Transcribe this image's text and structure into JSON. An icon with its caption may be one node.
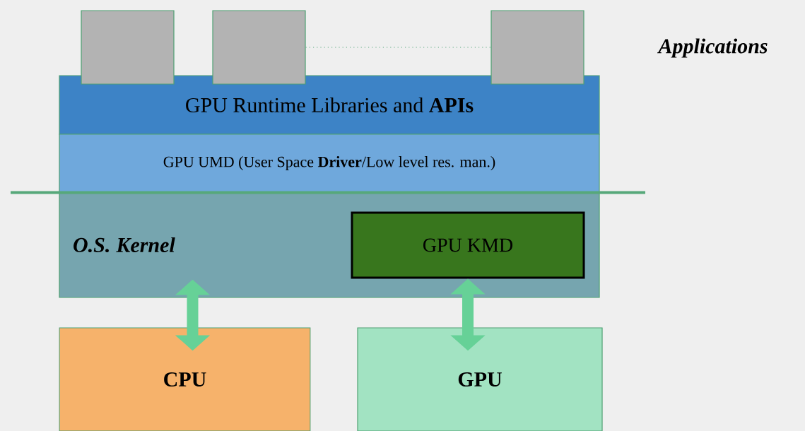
{
  "diagram": {
    "nodes": [
      {
        "text": [],
        "shape": "box"
      },
      {
        "text": [],
        "shape": "box"
      },
      {
        "text": [],
        "shape": "box"
      },
      {
        "text": [
          "GPU Runtime Libraries and **APIs**"
        ]
      },
      {
        "text": [
          "GPU UMD (User Space **Driver**/Low level res. man.)"
        ]
      },
      {
        "text": [
          "O.S. Kernel"
        ]
      },
      {
        "text": [
          "GPU KMD"
        ],
        "in": 5
      },
      {
        "text": [
          "CPU"
        ]
      },
      {
        "text": [
          "GPU"
        ]
      }
    ],
    "edges": [
      {
        "from": 1,
        "to": 2,
        "arrow": "none",
        "style": "dashed",
        "color": "#5aa87e"
      },
      {
        "from": 5,
        "to": 7,
        "arrow": "both"
      },
      {
        "from": 6,
        "to": 8,
        "arrow": "both"
      }
    ],
    "labels": [
      "Applications"
    ]
  }
}
